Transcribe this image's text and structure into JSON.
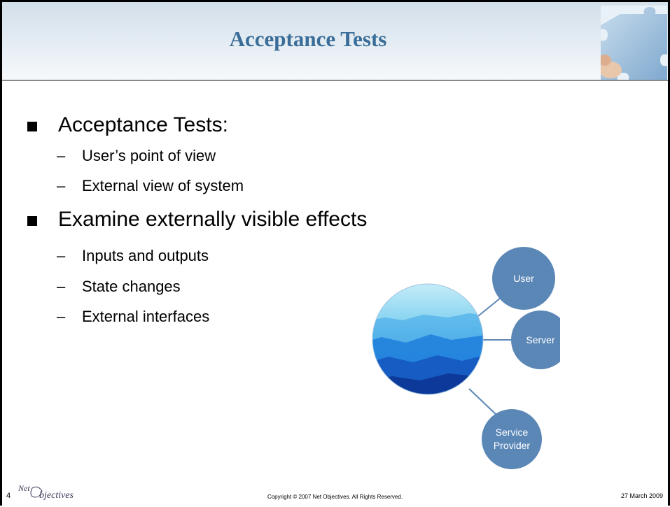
{
  "slide": {
    "title": "Acceptance Tests",
    "bullets": [
      {
        "text": "Acceptance Tests:",
        "subitems": [
          "User’s point of view",
          "External view of system"
        ]
      },
      {
        "text": "Examine externally visible effects",
        "subitems": [
          "Inputs and outputs",
          "State changes",
          "External interfaces"
        ]
      }
    ],
    "sub_dash": "–",
    "diagram": {
      "nodes": {
        "user": "User",
        "server": "Server",
        "service_provider_line1": "Service",
        "service_provider_line2": "Provider"
      },
      "colors": {
        "node": "#5b87b7",
        "connector": "#5b87b7"
      }
    }
  },
  "footer": {
    "slide_number": "4",
    "logo_text": "Net Objectives",
    "copyright": "Copyright © 2007 Net Objectives. All Rights Reserved.",
    "date": "27 March 2009"
  },
  "colors": {
    "title": "#3a6d98",
    "header_band": "#dfe8f0"
  },
  "icons": {
    "header_image": "puzzle-hand-image",
    "bullet": "square-bullet-icon"
  }
}
